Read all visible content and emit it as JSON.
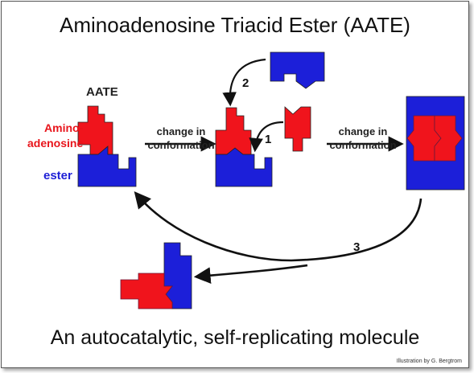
{
  "title": "Aminoadenosine Triacid Ester (AATE)",
  "labels": {
    "aate": "AATE",
    "amino_line1": "Amino-",
    "amino_line2": "adenosine",
    "ester": "ester",
    "change1_line1": "change in",
    "change1_line2": "conformation",
    "change2_line1": "change in",
    "change2_line2": "conformation"
  },
  "steps": {
    "one": "1",
    "two": "2",
    "three": "3"
  },
  "subtitle": "An autocatalytic, self-replicating molecule",
  "credit": "Illustration by G. Bergtrom",
  "colors": {
    "red": "#f0141c",
    "blue": "#1c1fd9",
    "outline": "#6a1a3a",
    "arrow": "#111111"
  }
}
